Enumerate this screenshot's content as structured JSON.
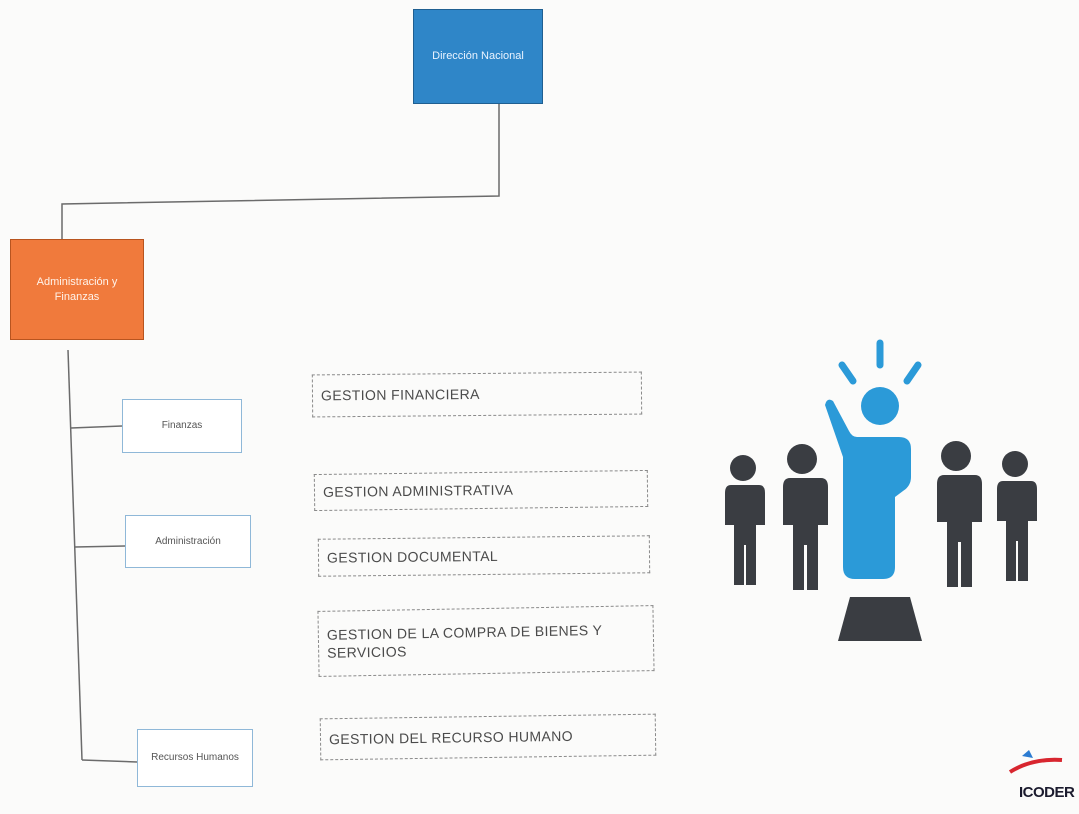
{
  "org_chart": {
    "top": {
      "label": "Dirección Nacional",
      "color": "#2f86c8"
    },
    "second": {
      "label": "Administración y Finanzas",
      "color": "#f07a3c"
    },
    "units": [
      {
        "label": "Finanzas"
      },
      {
        "label": "Administración"
      },
      {
        "label": "Recursos Humanos"
      }
    ]
  },
  "functions": [
    {
      "label": "GESTION FINANCIERA"
    },
    {
      "label": "GESTION ADMINISTRATIVA"
    },
    {
      "label": "GESTION DOCUMENTAL"
    },
    {
      "label": "GESTION DE LA COMPRA DE BIENES Y SERVICIOS"
    },
    {
      "label": "GESTION  DEL RECURSO HUMANO"
    }
  ],
  "illustration": {
    "icon": "leader-among-people-icon",
    "highlight_color": "#2b9ad8",
    "people_color": "#3a3d42"
  },
  "logo": {
    "text": "ICODER"
  }
}
